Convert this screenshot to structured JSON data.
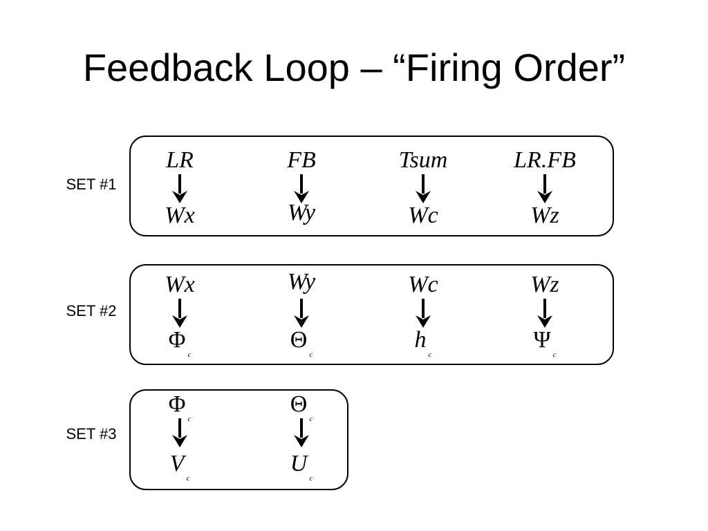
{
  "title": "Feedback Loop – “Firing Order”",
  "sets": [
    {
      "label": "SET #1",
      "columns": [
        {
          "top": "LR",
          "bottom": "Wx",
          "bottom_sub": ""
        },
        {
          "top": "FB",
          "bottom": "Wy",
          "bottom_sub": ""
        },
        {
          "top": "Tsum",
          "bottom": "Wc",
          "bottom_sub": ""
        },
        {
          "top": "LR.FB",
          "bottom": "Wz",
          "bottom_sub": ""
        }
      ]
    },
    {
      "label": "SET #2",
      "columns": [
        {
          "top": "Wx",
          "bottom": "Φ",
          "bottom_sub": "c"
        },
        {
          "top": "Wy",
          "bottom": "Θ",
          "bottom_sub": "c"
        },
        {
          "top": "Wc",
          "bottom": "h",
          "bottom_sub": "c"
        },
        {
          "top": "Wz",
          "bottom": "Ψ",
          "bottom_sub": "c"
        }
      ]
    },
    {
      "label": "SET #3",
      "columns": [
        {
          "top": "Φ",
          "top_sub": "c",
          "bottom": "V",
          "bottom_sub": "c"
        },
        {
          "top": "Θ",
          "top_sub": "c",
          "bottom": "U",
          "bottom_sub": "c"
        }
      ]
    }
  ]
}
